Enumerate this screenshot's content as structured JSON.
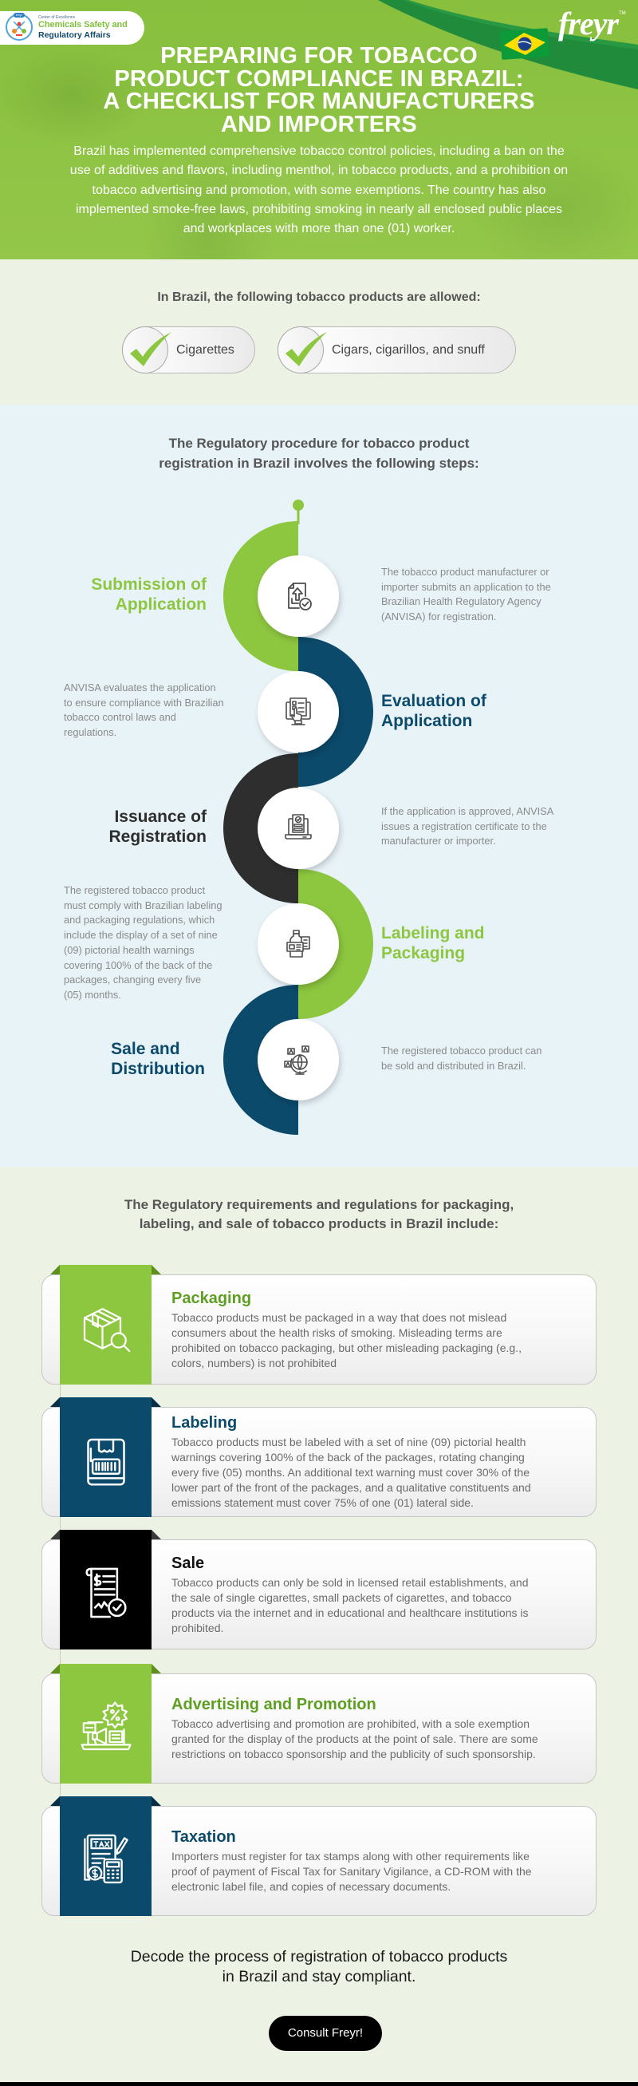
{
  "header": {
    "logo": {
      "badge": "freyr",
      "kicker": "Center of Excellence",
      "line1": "Chemicals Safety and",
      "line2": "Regulatory Affairs"
    },
    "brand": {
      "name": "freyr",
      "tm": "TM"
    },
    "flag_icon": "brazil-flag-icon",
    "title_lines": [
      "PREPARING FOR TOBACCO",
      "PRODUCT COMPLIANCE IN BRAZIL:",
      "A CHECKLIST FOR MANUFACTURERS",
      "AND IMPORTERS"
    ],
    "intro_lines": [
      "Brazil has implemented comprehensive tobacco control policies, including a ban on the",
      "use of additives and flavors, including menthol, in tobacco products, and a prohibition on",
      "tobacco advertising and promotion, with some exemptions. The country has also",
      "implemented smoke-free laws, prohibiting smoking in nearly all enclosed public places",
      "and workplaces with more than one (01) worker."
    ]
  },
  "allowed": {
    "heading": "In Brazil, the following tobacco products are allowed:",
    "items": [
      {
        "label": "Cigarettes",
        "icon": "check-icon"
      },
      {
        "label": "Cigars, cigarillos, and snuff",
        "icon": "check-icon"
      }
    ]
  },
  "procedure": {
    "heading_lines": [
      "The Regulatory procedure for tobacco product",
      "registration in Brazil involves the following steps:"
    ],
    "steps": [
      {
        "title_lines": [
          "Submission of",
          "Application"
        ],
        "color": "#8dc63f",
        "icon": "document-upload-check-icon",
        "description_lines": [
          "The tobacco product manufacturer or",
          "importer submits an application to the",
          "Brazilian Health Regulatory Agency",
          "(ANVISA) for registration."
        ]
      },
      {
        "title_lines": [
          "Evaluation of",
          "Application"
        ],
        "color": "#0b4a6b",
        "icon": "monitor-checklist-icon",
        "description_lines": [
          "ANVISA evaluates the application",
          "to ensure compliance with Brazilian",
          "tobacco control laws and",
          "regulations."
        ]
      },
      {
        "title_lines": [
          "Issuance of",
          "Registration"
        ],
        "color": "#2e2e2e",
        "icon": "laptop-certificate-icon",
        "description_lines": [
          "If the application is approved, ANVISA",
          "issues a registration certificate to the",
          "manufacturer or importer."
        ]
      },
      {
        "title_lines": [
          "Labeling and",
          "Packaging"
        ],
        "color": "#8dc63f",
        "icon": "bottle-package-icon",
        "description_lines": [
          "The registered tobacco product",
          "must comply with Brazilian labeling",
          "and packaging regulations, which",
          "include the display of a set of nine",
          "(09) pictorial health warnings",
          "covering 100% of the back of the",
          "packages, changing every five",
          "(05) months."
        ]
      },
      {
        "title_lines": [
          "Sale and",
          "Distribution"
        ],
        "color": "#0b4a6b",
        "icon": "globe-distribution-icon",
        "description_lines": [
          "The registered tobacco product can",
          "be sold and distributed in Brazil."
        ]
      }
    ]
  },
  "requirements": {
    "heading_lines": [
      "The Regulatory requirements and regulations for packaging,",
      "labeling, and sale of tobacco products in Brazil include:"
    ],
    "cards": [
      {
        "title": "Packaging",
        "color": "#8dc63f",
        "icon": "package-search-icon",
        "body_lines": [
          "Tobacco products must be packaged in a way that does not mislead",
          "consumers about the health risks of smoking. Misleading terms are",
          "prohibited on tobacco packaging, but other misleading packaging (e.g.,",
          "colors, numbers) is not prohibited"
        ]
      },
      {
        "title": "Labeling",
        "color": "#0b4a6b",
        "icon": "barcode-label-icon",
        "body_lines": [
          "Tobacco products must be labeled with a set of nine (09) pictorial health",
          "warnings covering 100% of the back of the packages, rotating changing",
          "every five (05) months. An additional text warning must cover 30% of the",
          "lower part of the front of the packages, and a qualitative constituents and",
          "emissions statement must cover 75% of one (01) lateral side."
        ]
      },
      {
        "title": "Sale",
        "color": "#000000",
        "icon": "receipt-dollar-check-icon",
        "body_lines": [
          "Tobacco products can only be sold in licensed retail establishments, and",
          "the sale of single cigarettes, small packets of cigarettes, and tobacco",
          "products via the internet and in educational and healthcare institutions is",
          "prohibited."
        ]
      },
      {
        "title": "Advertising and Promotion",
        "color": "#8dc63f",
        "icon": "megaphone-discount-icon",
        "body_lines": [
          "Tobacco advertising and promotion are prohibited, with a sole exemption",
          "granted for the display of the products at the point of sale. There are some",
          "restrictions on tobacco sponsorship and the publicity of such sponsorship."
        ]
      },
      {
        "title": "Taxation",
        "color": "#0b4a6b",
        "icon": "tax-calculator-icon",
        "body_lines": [
          "Importers must register for tax stamps along with other requirements like",
          "proof of payment of Fiscal Tax for Sanitary Vigilance, a CD-ROM with the",
          "electronic label file, and copies of necessary documents."
        ]
      }
    ]
  },
  "cta": {
    "text_lines": [
      "Decode the process of registration of tobacco products",
      "in Brazil and stay compliant."
    ],
    "button_label": "Consult Freyr!"
  },
  "colors": {
    "brand_green": "#8dc63f",
    "navy": "#0b4a6b",
    "dark": "#2e2e2e",
    "header_green": "#8fc445",
    "ribbon_dark_green": "#1e8a3a",
    "section_light_green": "#edf3e4",
    "section_light_blue": "#e8f3f8"
  }
}
